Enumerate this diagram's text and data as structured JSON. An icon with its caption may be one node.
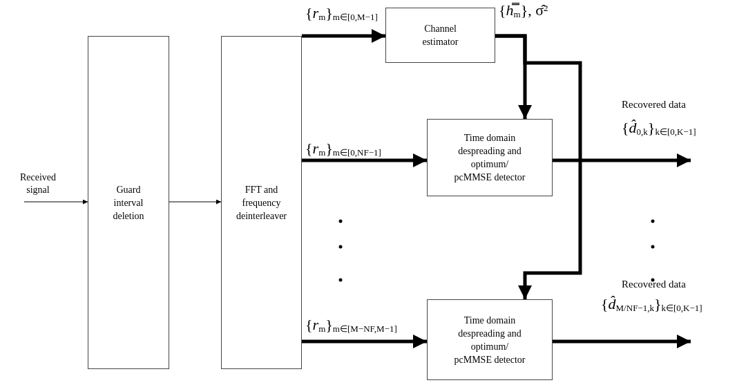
{
  "diagram": {
    "nodes": [
      {
        "text": [
          "Guard interval deletion"
        ]
      },
      {
        "text": [
          "FFT and frequency deinterleaver"
        ]
      },
      {
        "text": [
          "Channel estimator"
        ]
      },
      {
        "text": [
          "Time domain despreading and optimum/ pcMMSE detector"
        ]
      },
      {
        "text": [
          "Time domain despreading and optimum/ pcMMSE detector"
        ]
      }
    ],
    "edges": [
      {
        "from": null,
        "to": 0,
        "arrow": "to",
        "label": "Received signal"
      },
      {
        "from": 0,
        "to": 1,
        "arrow": "to"
      },
      {
        "from": 1,
        "to": 2,
        "arrow": "to",
        "label": "{*r*$_{m}$}$_{m∈[0,M−1]}$"
      },
      {
        "from": 1,
        "to": 3,
        "arrow": "to",
        "label": "{*r*$_{m}$}$_{m∈[0,N}$$_{F}$$_{−1]}$"
      },
      {
        "from": 1,
        "to": 4,
        "arrow": "to",
        "label": "{*r*$_{m}$}$_{m∈[M−N}$$_{F}$$_{,M−1]}$"
      },
      {
        "from": 2,
        "to": 3,
        "arrow": "to",
        "label": "{*h̿*$_{m}$}, σ̂$^{2}$"
      },
      {
        "from": 2,
        "to": 4,
        "arrow": "to"
      },
      {
        "from": 3,
        "to": null,
        "arrow": "to",
        "label": "{*d̂*$_{0,k}$}$_{k∈[0,K−1]}$"
      },
      {
        "from": 4,
        "to": null,
        "arrow": "to",
        "label": "{*d̂*$_{M/N}$$_{F}$$_{−1,k}$}$_{k∈[0,K−1]}$"
      }
    ],
    "labels": [
      "Recovered data",
      "Recovered data"
    ]
  }
}
